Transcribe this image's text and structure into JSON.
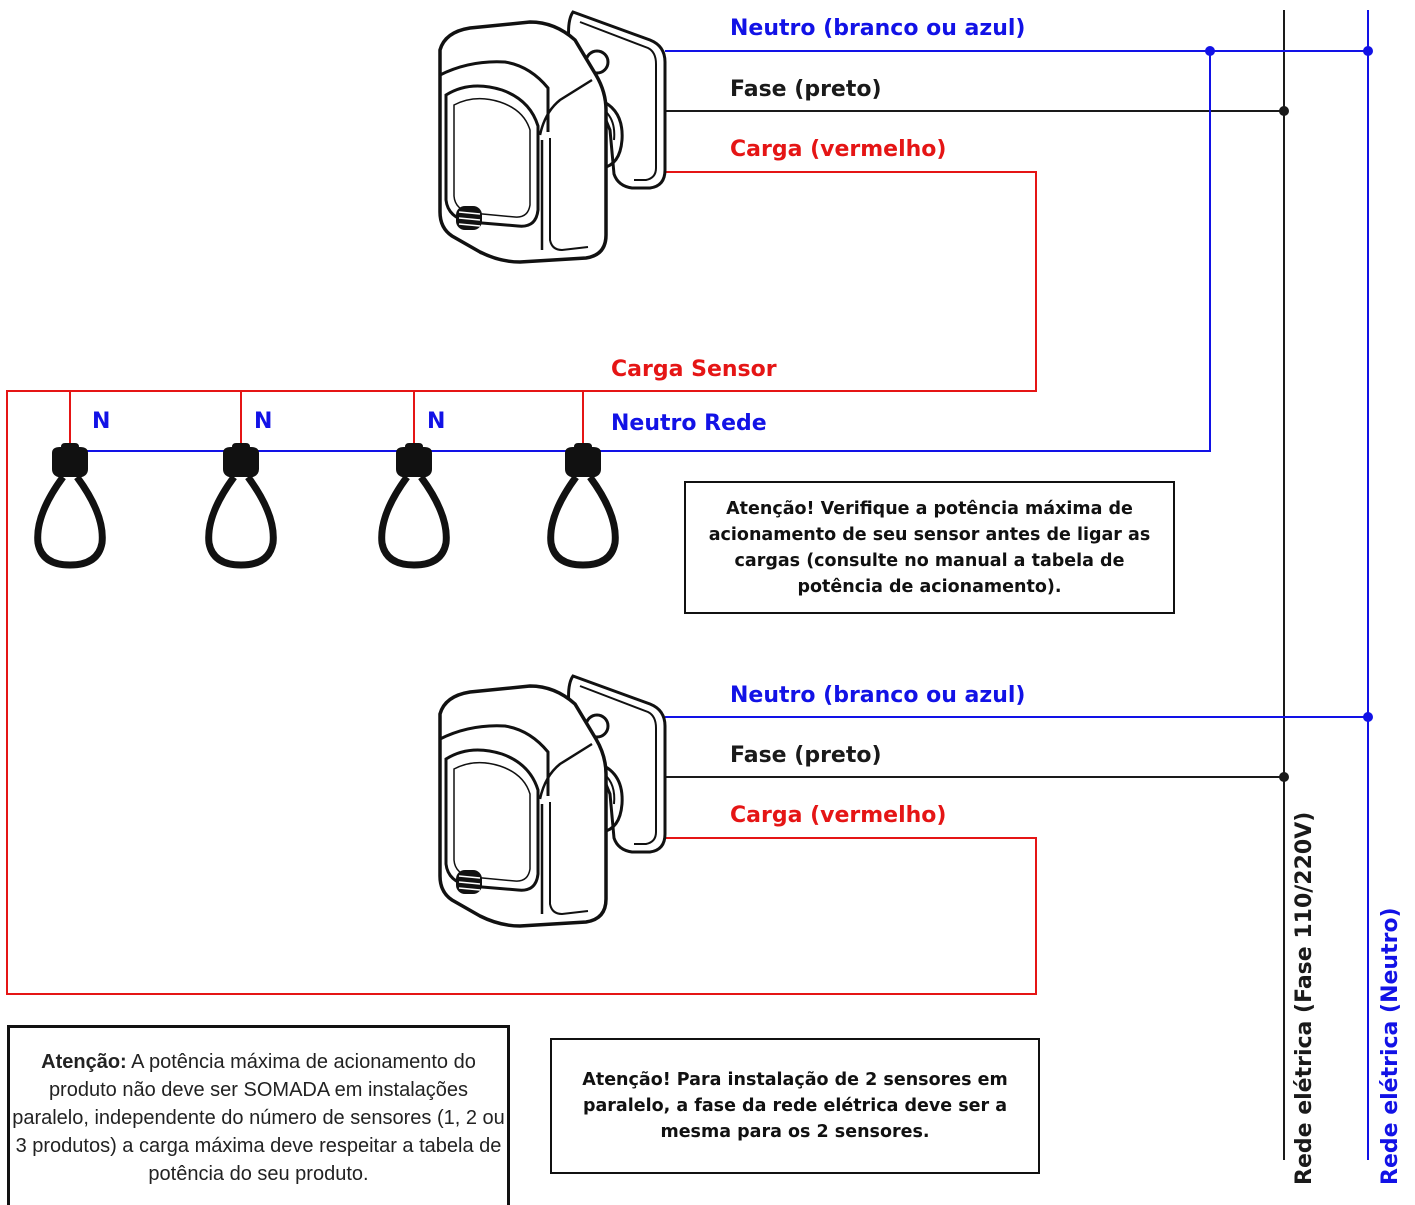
{
  "sensor_top": {
    "neutral_label": "Neutro (branco ou azul)",
    "phase_label": "Fase (preto)",
    "load_label": "Carga (vermelho)"
  },
  "sensor_bottom": {
    "neutral_label": "Neutro (branco ou azul)",
    "phase_label": "Fase (preto)",
    "load_label": "Carga (vermelho)"
  },
  "loads": {
    "load_bus_label": "Carga Sensor",
    "neutral_bus_label": "Neutro Rede",
    "lamp_neutral_labels": [
      "N",
      "N",
      "N"
    ]
  },
  "notes": {
    "power_warning": "Atenção! Verifique a potência máxima de acionamento de seu sensor antes de ligar as cargas (consulte no manual a tabela de potência de acionamento).",
    "phase_warning": "Atenção! Para instalação de 2 sensores em paralelo, a fase da rede elétrica deve ser a mesma para os 2 sensores.",
    "sum_warning_bold": "Atenção:",
    "sum_warning_text": " A potência máxima de acionamento do produto não deve ser SOMADA em instalações paralelo, independente do número de sensores (1, 2 ou 3 produtos) a carga máxima deve respeitar a tabela de potência do seu produto."
  },
  "mains": {
    "phase_label": "Rede elétrica (Fase 110/220V)",
    "neutral_label": "Rede elétrica (Neutro)"
  },
  "colors": {
    "neutral": "#1212e6",
    "phase": "#1a1a1a",
    "load": "#e51515"
  }
}
